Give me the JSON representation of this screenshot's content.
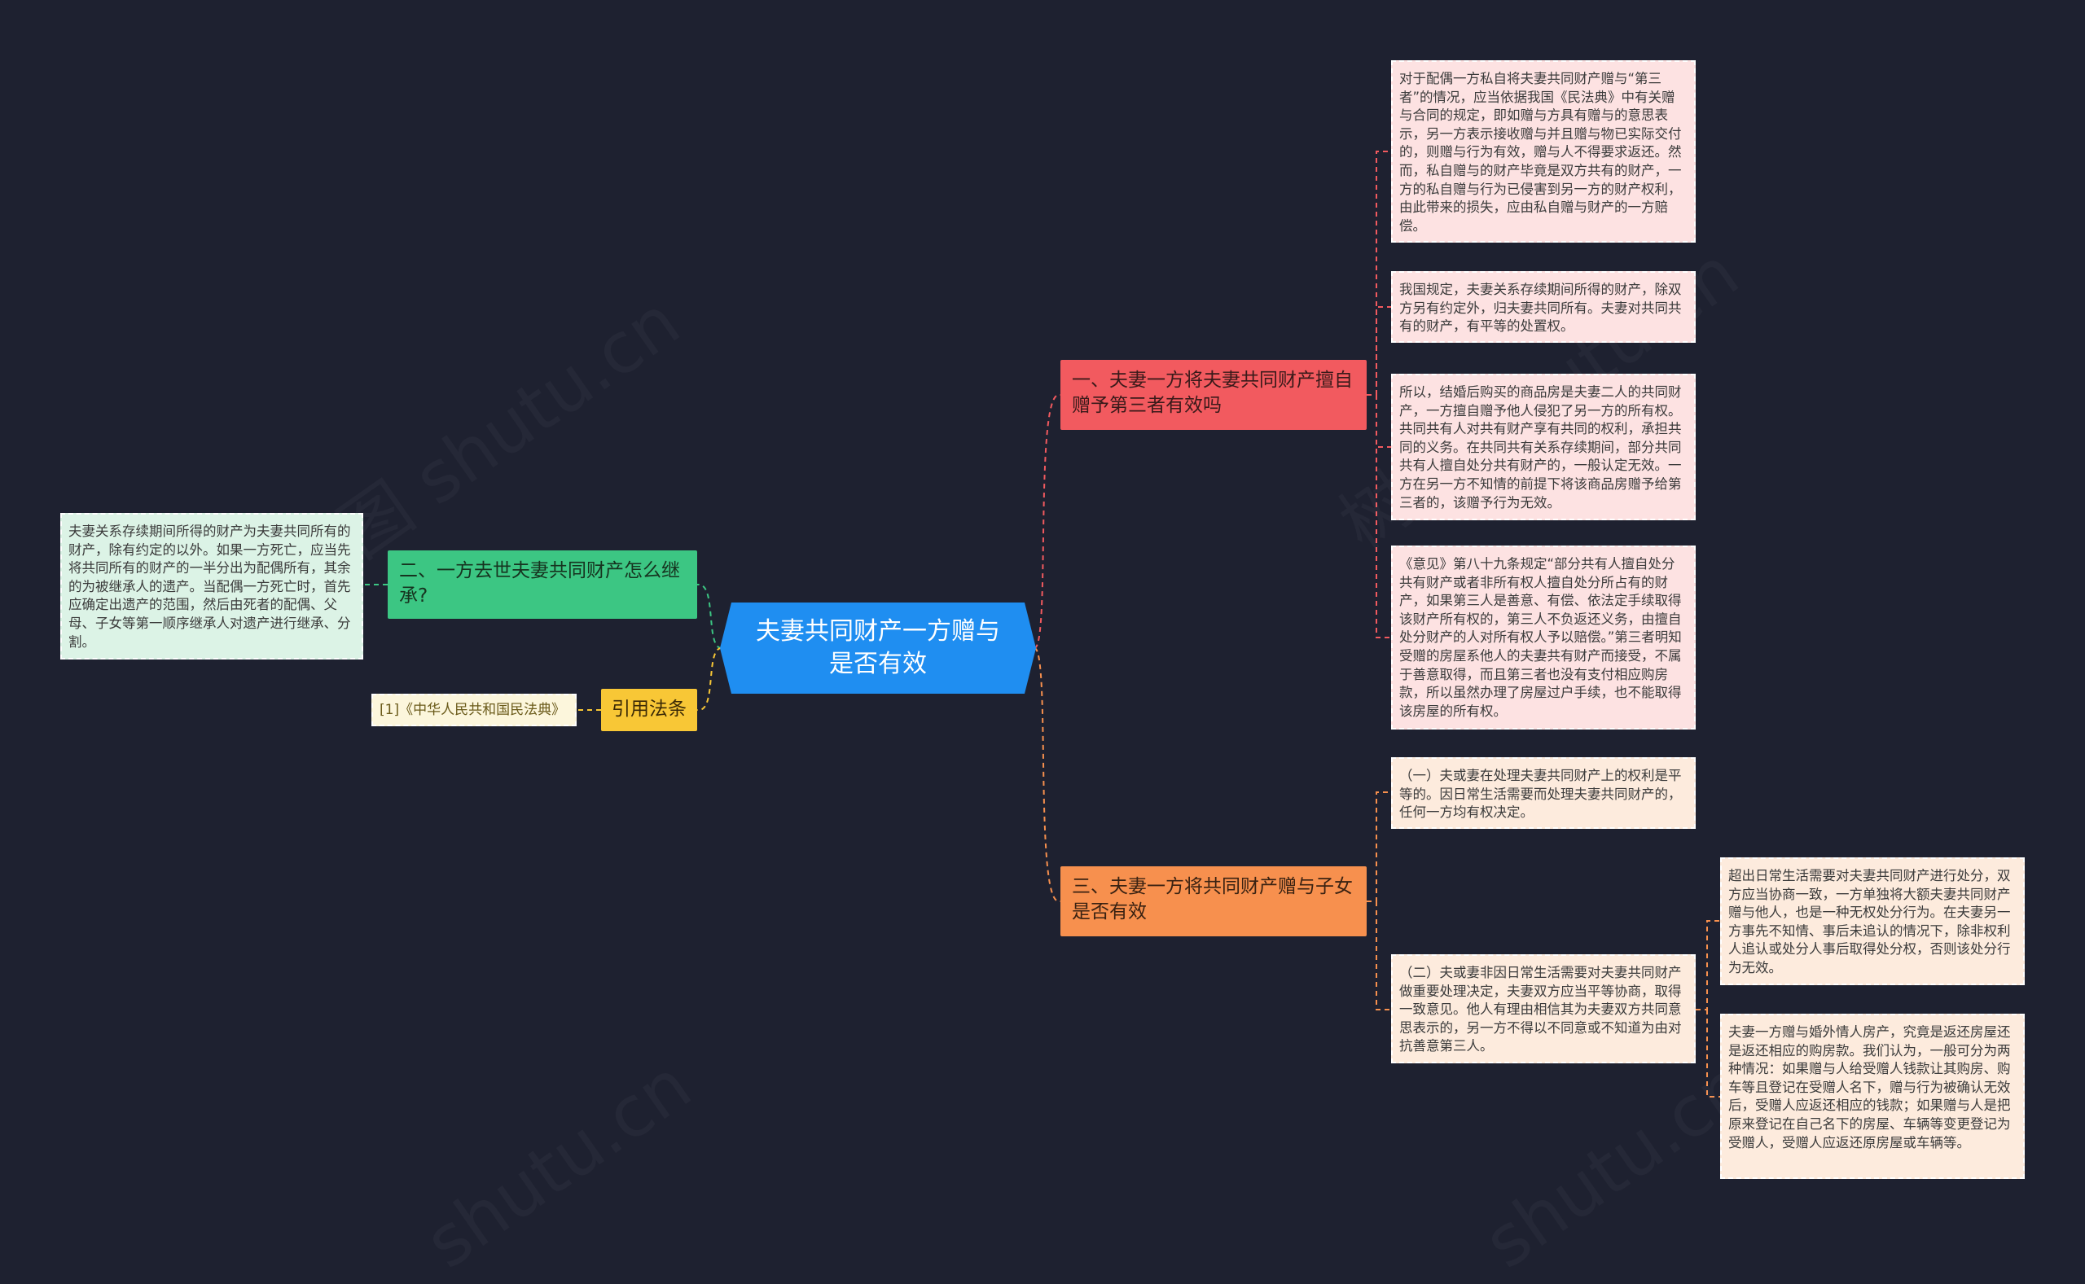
{
  "center": {
    "title": "夫妻共同财产一方赠与是否有效"
  },
  "branches": {
    "one": {
      "title": "一、夫妻一方将夫妻共同财产擅自赠予第三者有效吗",
      "leaves": [
        "对于配偶一方私自将夫妻共同财产赠与“第三者”的情况，应当依据我国《民法典》中有关赠与合同的规定，即如赠与方具有赠与的意思表示，另一方表示接收赠与并且赠与物已实际交付的，则赠与行为有效，赠与人不得要求返还。然而，私自赠与的财产毕竟是双方共有的财产，一方的私自赠与行为已侵害到另一方的财产权利，由此带来的损失，应由私自赠与财产的一方赔偿。",
        "我国规定，夫妻关系存续期间所得的财产，除双方另有约定外，归夫妻共同所有。夫妻对共同共有的财产，有平等的处置权。",
        "所以，结婚后购买的商品房是夫妻二人的共同财产，一方擅自赠予他人侵犯了另一方的所有权。共同共有人对共有财产享有共同的权利，承担共同的义务。在共同共有关系存续期间，部分共同共有人擅自处分共有财产的，一般认定无效。一方在另一方不知情的前提下将该商品房赠予给第三者的，该赠予行为无效。",
        "《意见》第八十九条规定“部分共有人擅自处分共有财产或者非所有权人擅自处分所占有的财产，如果第三人是善意、有偿、依法定手续取得该财产所有权的，第三人不负返还义务，由擅自处分财产的人对所有权人予以赔偿。”第三者明知受赠的房屋系他人的夫妻共有财产而接受，不属于善意取得，而且第三者也没有支付相应购房款，所以虽然办理了房屋过户手续，也不能取得该房屋的所有权。"
      ]
    },
    "three": {
      "title": "三、夫妻一方将共同财产赠与子女是否有效",
      "leaves": [
        "（一）夫或妻在处理夫妻共同财产上的权利是平等的。因日常生活需要而处理夫妻共同财产的，任何一方均有权决定。",
        "（二）夫或妻非因日常生活需要对夫妻共同财产做重要处理决定，夫妻双方应当平等协商，取得一致意见。他人有理由相信其为夫妻双方共同意思表示的，另一方不得以不同意或不知道为由对抗善意第三人。"
      ],
      "subleaves": [
        "超出日常生活需要对夫妻共同财产进行处分，双方应当协商一致，一方单独将大额夫妻共同财产赠与他人，也是一种无权处分行为。在夫妻另一方事先不知情、事后未追认的情况下，除非权利人追认或处分人事后取得处分权，否则该处分行为无效。",
        "夫妻一方赠与婚外情人房产，究竟是返还房屋还是返还相应的购房款。我们认为，一般可分为两种情况：如果赠与人给受赠人钱款让其购房、购车等且登记在受赠人名下，赠与行为被确认无效后，受赠人应返还相应的钱款；如果赠与人是把原来登记在自己名下的房屋、车辆等变更登记为受赠人，受赠人应返还原房屋或车辆等。"
      ]
    },
    "two": {
      "title": "二、一方去世夫妻共同财产怎么继承?",
      "leaf": "夫妻关系存续期间所得的财产为夫妻共同所有的财产，除有约定的以外。如果一方死亡，应当先将共同所有的财产的一半分出为配偶所有，其余的为被继承人的遗产。当配偶一方死亡时，首先应确定出遗产的范围，然后由死者的配偶、父母、子女等第一顺序继承人对遗产进行继承、分割。"
    },
    "ref": {
      "title": "引用法条",
      "leaf": "[1]《中华人民共和国民法典》"
    }
  },
  "colors": {
    "background": "#1e2130",
    "center": "#1f8ef1",
    "branch_red": "#f25a5f",
    "branch_orange": "#f7904e",
    "branch_green": "#3cc683",
    "branch_yellow": "#f8c736"
  }
}
